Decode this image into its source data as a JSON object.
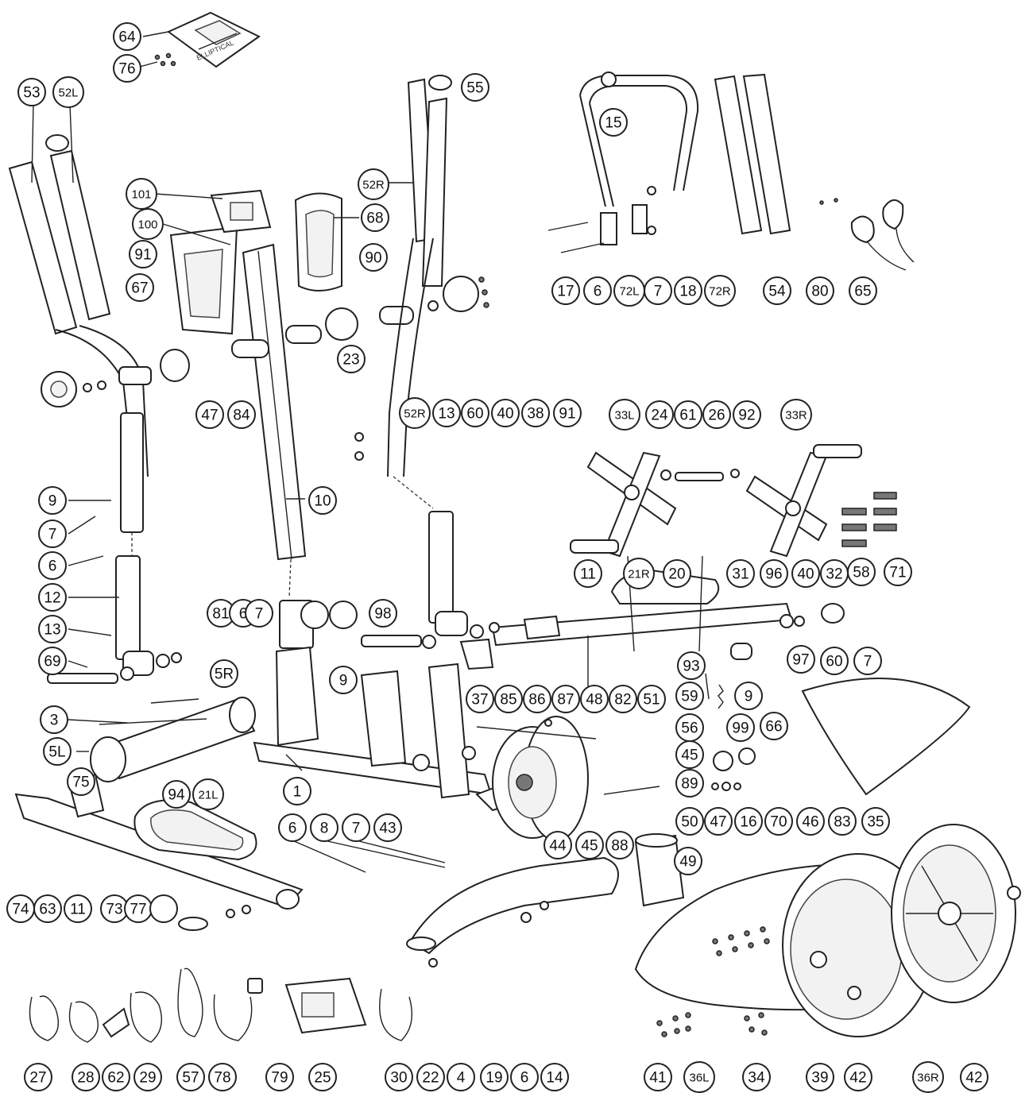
{
  "callouts": [
    {
      "id": "c-64",
      "label": "64"
    },
    {
      "id": "c-76",
      "label": "76"
    },
    {
      "id": "c-53",
      "label": "53"
    },
    {
      "id": "c-52L",
      "label": "52L"
    },
    {
      "id": "c-55",
      "label": "55"
    },
    {
      "id": "c-15",
      "label": "15"
    },
    {
      "id": "c-101",
      "label": "101"
    },
    {
      "id": "c-68",
      "label": "68"
    },
    {
      "id": "c-52R-top",
      "label": "52R"
    },
    {
      "id": "c-100",
      "label": "100"
    },
    {
      "id": "c-91-left",
      "label": "91"
    },
    {
      "id": "c-90",
      "label": "90"
    },
    {
      "id": "c-67",
      "label": "67"
    },
    {
      "id": "c-17",
      "label": "17"
    },
    {
      "id": "c-6-top",
      "label": "6"
    },
    {
      "id": "c-72L",
      "label": "72L"
    },
    {
      "id": "c-7-top",
      "label": "7"
    },
    {
      "id": "c-18",
      "label": "18"
    },
    {
      "id": "c-72R",
      "label": "72R"
    },
    {
      "id": "c-54",
      "label": "54"
    },
    {
      "id": "c-80",
      "label": "80"
    },
    {
      "id": "c-65",
      "label": "65"
    },
    {
      "id": "c-23",
      "label": "23"
    },
    {
      "id": "c-47-top",
      "label": "47"
    },
    {
      "id": "c-84",
      "label": "84"
    },
    {
      "id": "c-52R-mid",
      "label": "52R"
    },
    {
      "id": "c-13-top",
      "label": "13"
    },
    {
      "id": "c-60-top",
      "label": "60"
    },
    {
      "id": "c-40-top",
      "label": "40"
    },
    {
      "id": "c-38",
      "label": "38"
    },
    {
      "id": "c-91-right",
      "label": "91"
    },
    {
      "id": "c-33L",
      "label": "33L"
    },
    {
      "id": "c-24",
      "label": "24"
    },
    {
      "id": "c-61",
      "label": "61"
    },
    {
      "id": "c-26",
      "label": "26"
    },
    {
      "id": "c-92",
      "label": "92"
    },
    {
      "id": "c-33R",
      "label": "33R"
    },
    {
      "id": "c-9-left",
      "label": "9"
    },
    {
      "id": "c-10",
      "label": "10"
    },
    {
      "id": "c-7-left",
      "label": "7"
    },
    {
      "id": "c-6-left",
      "label": "6"
    },
    {
      "id": "c-12",
      "label": "12"
    },
    {
      "id": "c-58",
      "label": "58"
    },
    {
      "id": "c-71",
      "label": "71"
    },
    {
      "id": "c-11-right",
      "label": "11"
    },
    {
      "id": "c-21R",
      "label": "21R"
    },
    {
      "id": "c-20",
      "label": "20"
    },
    {
      "id": "c-31",
      "label": "31"
    },
    {
      "id": "c-96",
      "label": "96"
    },
    {
      "id": "c-40-right",
      "label": "40"
    },
    {
      "id": "c-32",
      "label": "32"
    },
    {
      "id": "c-81",
      "label": "81"
    },
    {
      "id": "c-6-mid",
      "label": "6"
    },
    {
      "id": "c-7-mid",
      "label": "7"
    },
    {
      "id": "c-blank-1",
      "label": ""
    },
    {
      "id": "c-blank-2",
      "label": ""
    },
    {
      "id": "c-98",
      "label": "98"
    },
    {
      "id": "c-13-left",
      "label": "13"
    },
    {
      "id": "c-97",
      "label": "97"
    },
    {
      "id": "c-60-right",
      "label": "60"
    },
    {
      "id": "c-7-right",
      "label": "7"
    },
    {
      "id": "c-69",
      "label": "69"
    },
    {
      "id": "c-9-mid",
      "label": "9"
    },
    {
      "id": "c-93",
      "label": "93"
    },
    {
      "id": "c-5R",
      "label": "5R"
    },
    {
      "id": "c-37",
      "label": "37"
    },
    {
      "id": "c-85",
      "label": "85"
    },
    {
      "id": "c-86",
      "label": "86"
    },
    {
      "id": "c-87",
      "label": "87"
    },
    {
      "id": "c-48",
      "label": "48"
    },
    {
      "id": "c-82",
      "label": "82"
    },
    {
      "id": "c-51",
      "label": "51"
    },
    {
      "id": "c-59",
      "label": "59"
    },
    {
      "id": "c-9-right",
      "label": "9"
    },
    {
      "id": "c-3",
      "label": "3"
    },
    {
      "id": "c-56",
      "label": "56"
    },
    {
      "id": "c-99",
      "label": "99"
    },
    {
      "id": "c-66",
      "label": "66"
    },
    {
      "id": "c-5L",
      "label": "5L"
    },
    {
      "id": "c-45-right",
      "label": "45"
    },
    {
      "id": "c-89",
      "label": "89"
    },
    {
      "id": "c-1",
      "label": "1"
    },
    {
      "id": "c-75",
      "label": "75"
    },
    {
      "id": "c-94",
      "label": "94"
    },
    {
      "id": "c-21L",
      "label": "21L"
    },
    {
      "id": "c-50",
      "label": "50"
    },
    {
      "id": "c-47-right",
      "label": "47"
    },
    {
      "id": "c-16",
      "label": "16"
    },
    {
      "id": "c-70",
      "label": "70"
    },
    {
      "id": "c-46",
      "label": "46"
    },
    {
      "id": "c-83",
      "label": "83"
    },
    {
      "id": "c-35",
      "label": "35"
    },
    {
      "id": "c-6-low",
      "label": "6"
    },
    {
      "id": "c-8",
      "label": "8"
    },
    {
      "id": "c-7-low",
      "label": "7"
    },
    {
      "id": "c-43",
      "label": "43"
    },
    {
      "id": "c-44",
      "label": "44"
    },
    {
      "id": "c-45-low",
      "label": "45"
    },
    {
      "id": "c-88",
      "label": "88"
    },
    {
      "id": "c-49",
      "label": "49"
    },
    {
      "id": "c-74",
      "label": "74"
    },
    {
      "id": "c-63",
      "label": "63"
    },
    {
      "id": "c-11-left",
      "label": "11"
    },
    {
      "id": "c-73",
      "label": "73"
    },
    {
      "id": "c-77",
      "label": "77"
    },
    {
      "id": "c-blank-3",
      "label": ""
    },
    {
      "id": "c-27",
      "label": "27"
    },
    {
      "id": "c-28",
      "label": "28"
    },
    {
      "id": "c-62",
      "label": "62"
    },
    {
      "id": "c-29",
      "label": "29"
    },
    {
      "id": "c-57",
      "label": "57"
    },
    {
      "id": "c-78",
      "label": "78"
    },
    {
      "id": "c-79",
      "label": "79"
    },
    {
      "id": "c-25",
      "label": "25"
    },
    {
      "id": "c-30",
      "label": "30"
    },
    {
      "id": "c-22",
      "label": "22"
    },
    {
      "id": "c-4",
      "label": "4"
    },
    {
      "id": "c-19",
      "label": "19"
    },
    {
      "id": "c-6-bottom",
      "label": "6"
    },
    {
      "id": "c-14",
      "label": "14"
    },
    {
      "id": "c-41",
      "label": "41"
    },
    {
      "id": "c-36L",
      "label": "36L"
    },
    {
      "id": "c-34",
      "label": "34"
    },
    {
      "id": "c-39",
      "label": "39"
    },
    {
      "id": "c-42-left",
      "label": "42"
    },
    {
      "id": "c-36R",
      "label": "36R"
    },
    {
      "id": "c-42-right",
      "label": "42"
    }
  ],
  "console_text": "ELLIPTICAL"
}
